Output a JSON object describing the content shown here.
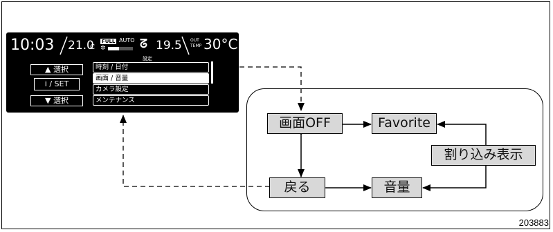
{
  "display": {
    "time": "10:03",
    "left_temp": "21.0",
    "fan_badge": "FULL",
    "fan_mode": "AUTO",
    "right_temp": "19.5",
    "out_label_top": "OUT",
    "out_label_bottom": "TEMP",
    "outside_temp": "30°C",
    "menu_header": "設定",
    "buttons": [
      {
        "label": "▲ 選択"
      },
      {
        "label": "i / SET"
      },
      {
        "label": "▼ 選択"
      }
    ],
    "menu_items": [
      {
        "label": "時刻 / 日付"
      },
      {
        "label": "画面 / 音量"
      },
      {
        "label": "カメラ設定"
      },
      {
        "label": "メンテナンス"
      }
    ]
  },
  "flow": {
    "nodes": {
      "screen_off": "画面OFF",
      "favorite": "Favorite",
      "interrupt": "割り込み表示",
      "back": "戻る",
      "volume": "音量"
    }
  },
  "figure_code": "203883"
}
